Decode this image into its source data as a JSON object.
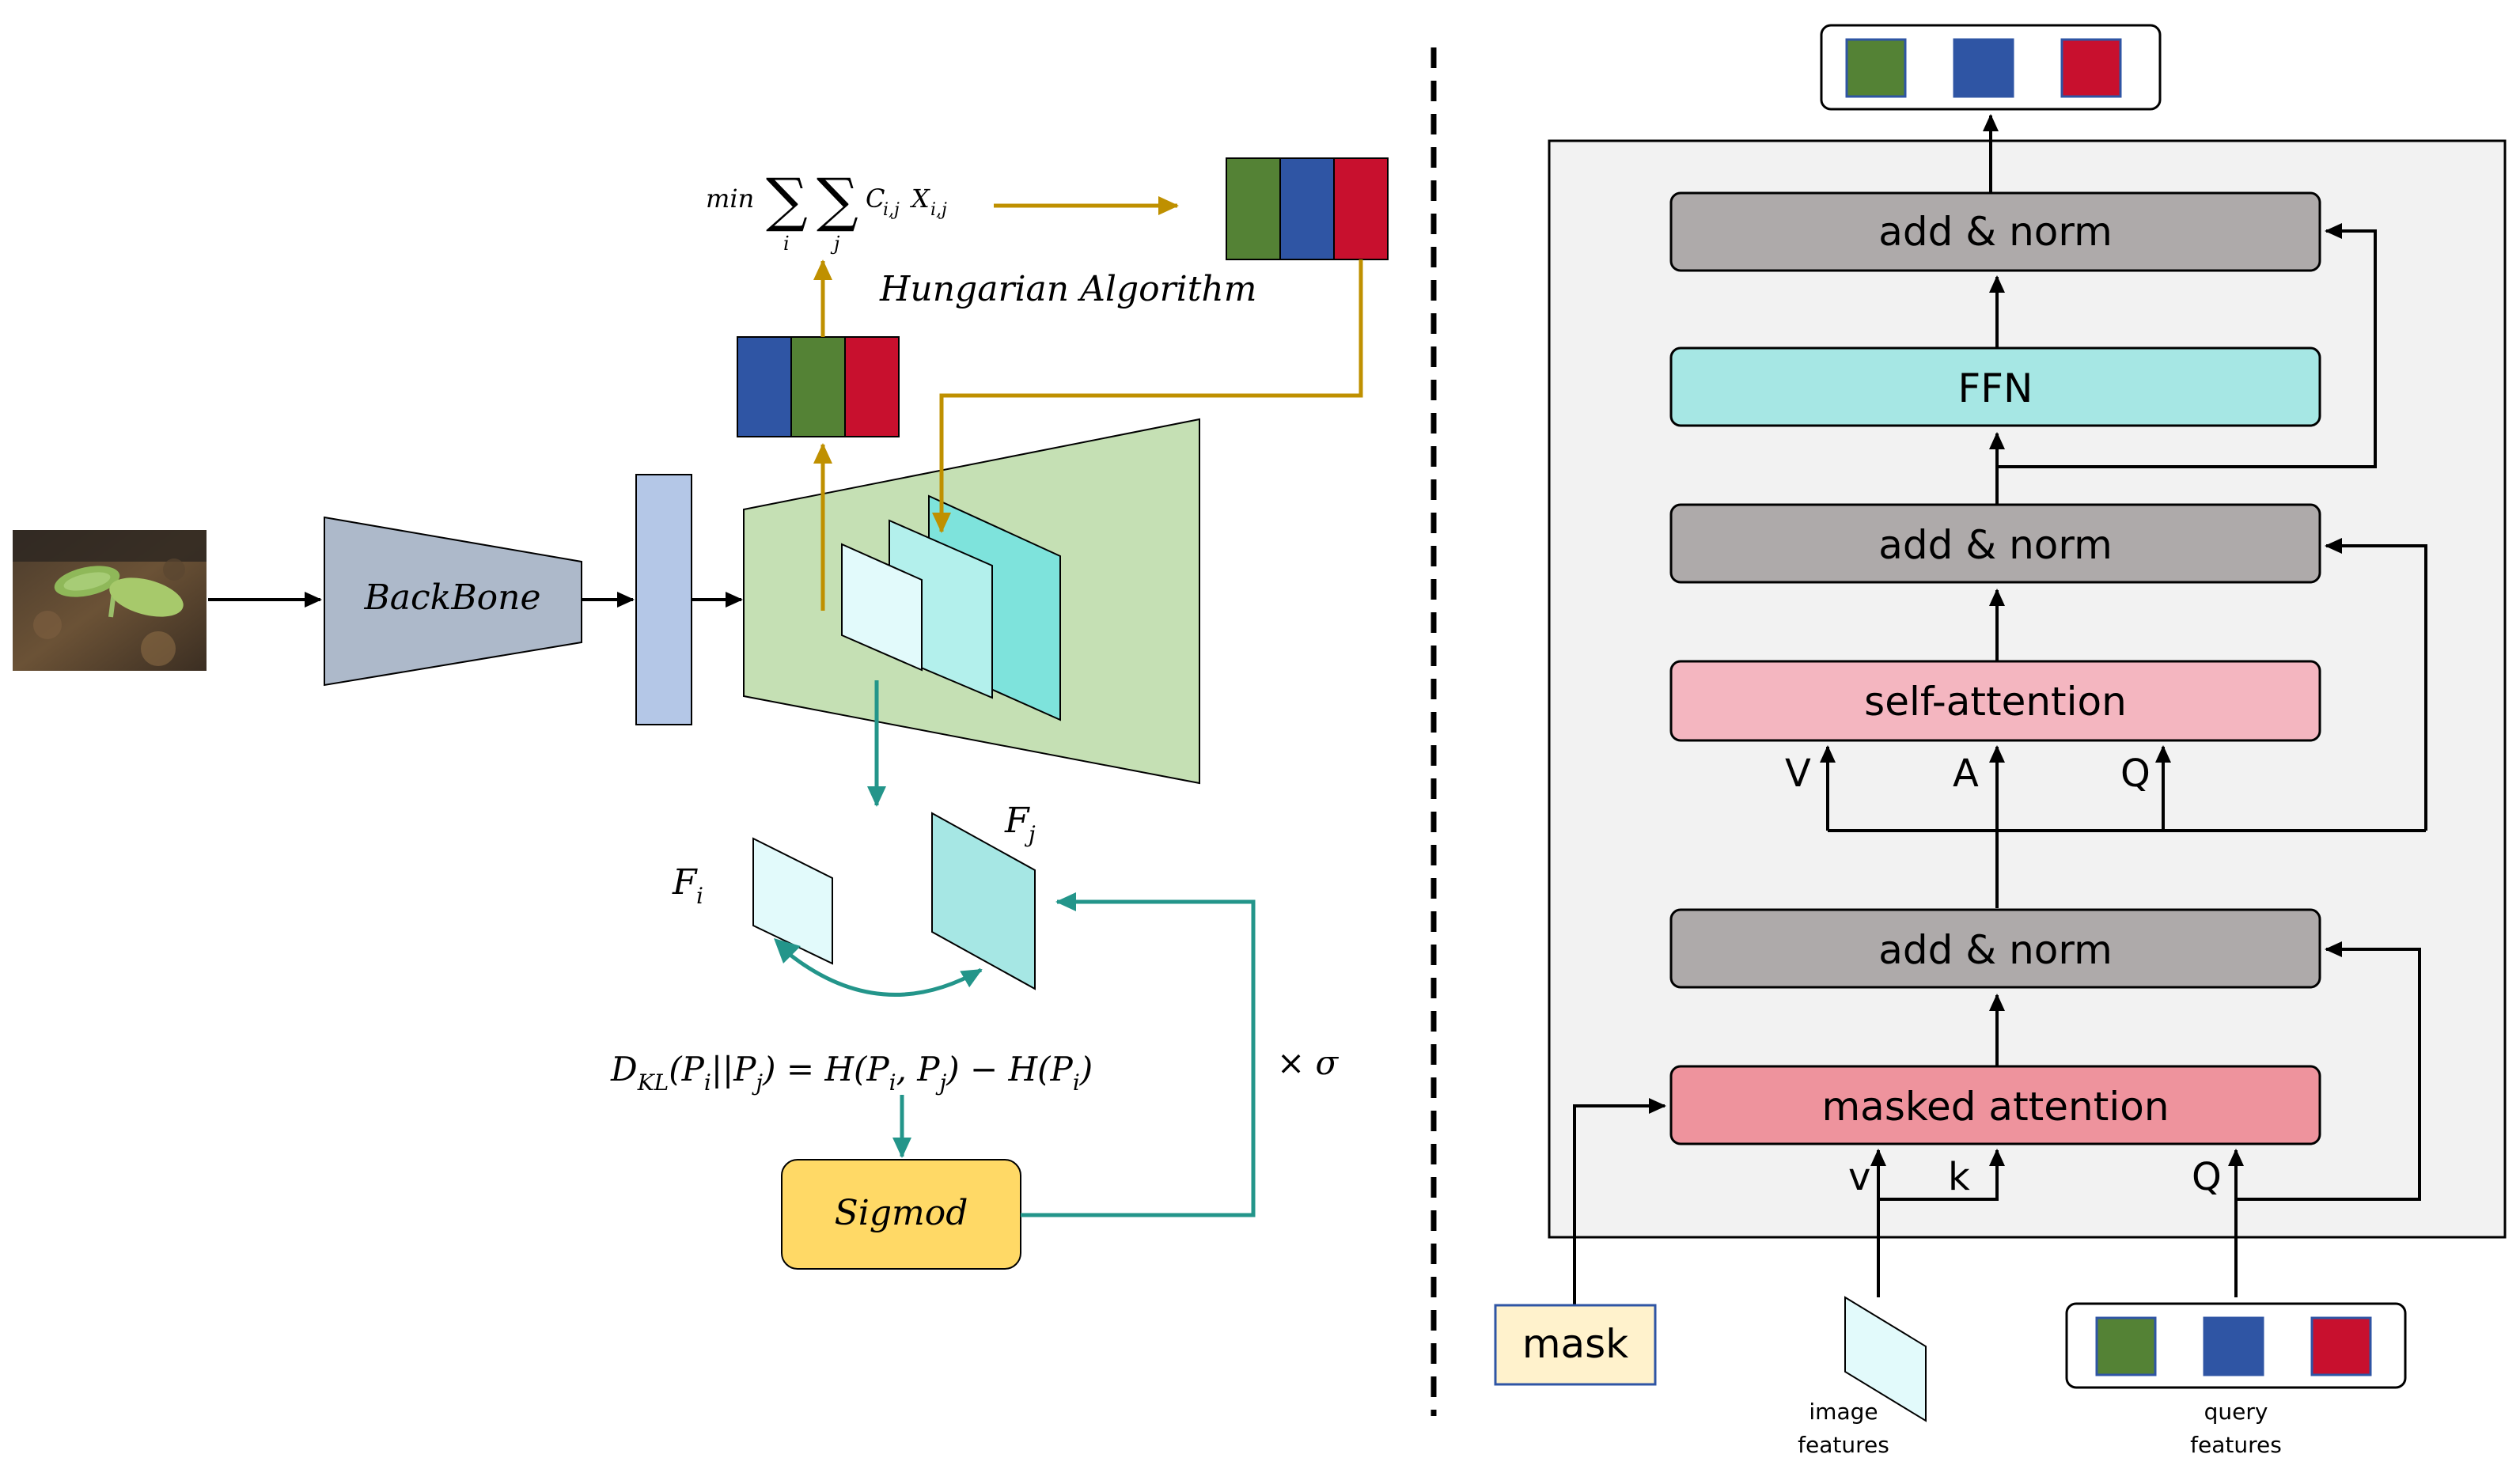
{
  "left_panel": {
    "backbone_label": "BackBone",
    "objective": {
      "prefix": "min",
      "sum_i_index": "i",
      "sum_j_index": "j",
      "term_C": "C",
      "term_C_sub": "i,j",
      "term_X": "X",
      "term_X_sub": "i,j"
    },
    "hungarian_label": "Hungarian Algorithm",
    "top_color_bar": [
      "#548235",
      "#2F55A4",
      "#C8102E"
    ],
    "mid_color_bar": [
      "#2F55A4",
      "#548235",
      "#C8102E"
    ],
    "feature_i_label": "F",
    "feature_i_sub": "i",
    "feature_j_label": "F",
    "feature_j_sub": "j",
    "kl_formula": "D_KL(P_i||P_j) = H(P_i, P_j) − H(P_i)",
    "kl_parts": {
      "D": "D",
      "D_sub": "KL",
      "lhs": "(P",
      "lhs_i": "i",
      "mid": "||P",
      "mid_j": "j",
      "eq": ") = H(P",
      "rhs_i": "i",
      "rhs_comma": ", P",
      "rhs_j": "j",
      "rhs_minus": ") − H(P",
      "rhs_i2": "i",
      "rhs_close": ")"
    },
    "sigma_label": "× σ",
    "sigmoid_label": "Sigmod"
  },
  "right_panel": {
    "output_colors": [
      "#548235",
      "#2F55A4",
      "#C8102E"
    ],
    "query_colors": [
      "#548235",
      "#2F55A4",
      "#C8102E"
    ],
    "blocks": {
      "add_norm_top": "add & norm",
      "ffn": "FFN",
      "add_norm_mid": "add & norm",
      "self_attention": "self-attention",
      "add_norm_bottom": "add & norm",
      "masked_attention": "masked attention"
    },
    "self_attn_inputs": {
      "v": "V",
      "a": "A",
      "q": "Q"
    },
    "masked_attn_inputs": {
      "v": "v",
      "k": "k",
      "q": "Q"
    },
    "mask_label": "mask",
    "image_features_label_1": "image",
    "image_features_label_2": "features",
    "query_features_label_1": "query",
    "query_features_label_2": "features"
  },
  "colors": {
    "gold_arrow": "#BF9000",
    "teal_arrow": "#23958A",
    "add_norm_fill": "#AEAAAA",
    "ffn_fill": "#A6E7E4",
    "self_attn_fill": "#F4B6C0",
    "masked_attn_fill": "#EE939D",
    "sigmoid_fill": "#FFD966",
    "mask_fill": "#FFF2CC",
    "backbone_fill": "#ADB9CA",
    "decoder_fill": "#C5E0B4",
    "feature_col_fill": "#B4C7E7"
  }
}
